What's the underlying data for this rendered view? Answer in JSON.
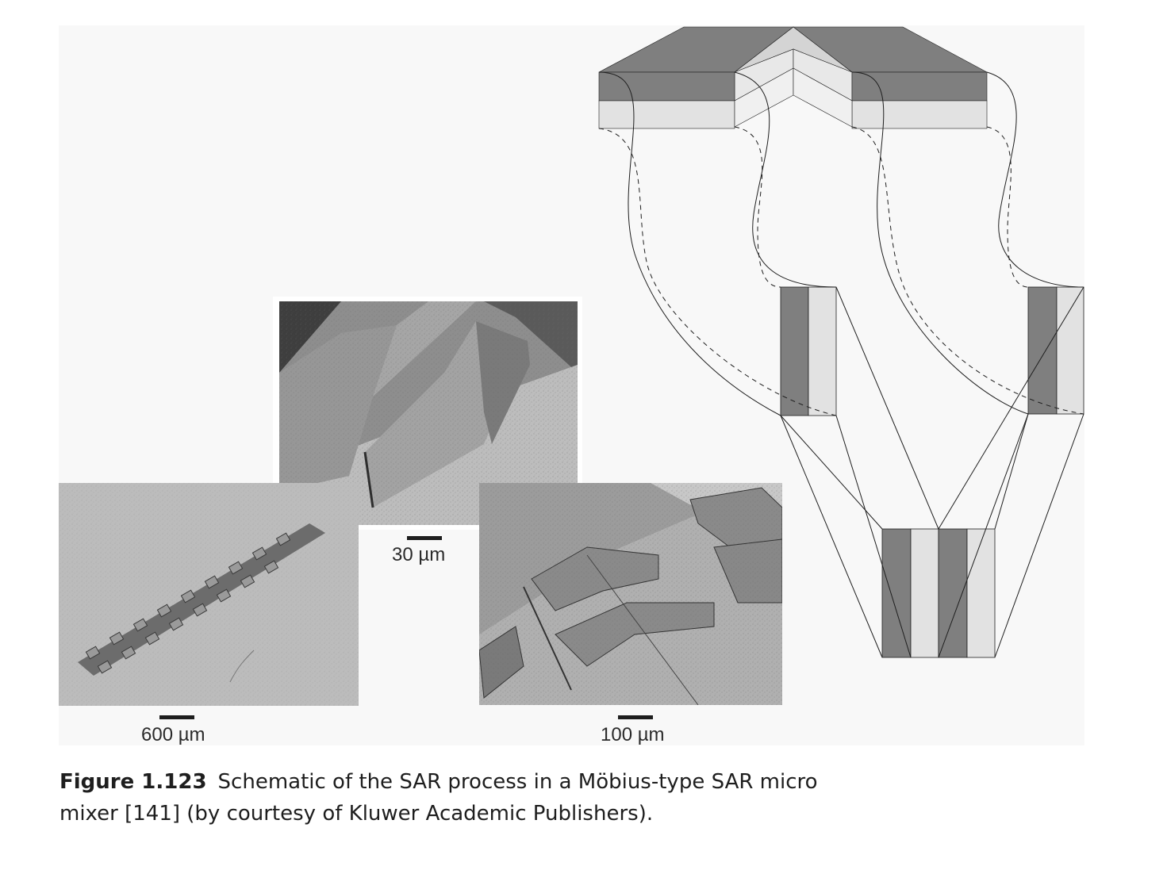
{
  "figure": {
    "scale_bars": {
      "left_image": "600 µm",
      "top_image": "30 µm",
      "right_image": "100 µm"
    },
    "colors": {
      "dark_layer": "#7f7f7f",
      "light_layer": "#e2e2e2",
      "line": "#1e1e1e",
      "sem_background": "#b9b9b9"
    }
  },
  "caption": {
    "number": "Figure 1.123",
    "text": "Schematic of the SAR process in a Möbius-type SAR micro mixer [141] (by courtesy of Kluwer Academic Publishers)."
  }
}
